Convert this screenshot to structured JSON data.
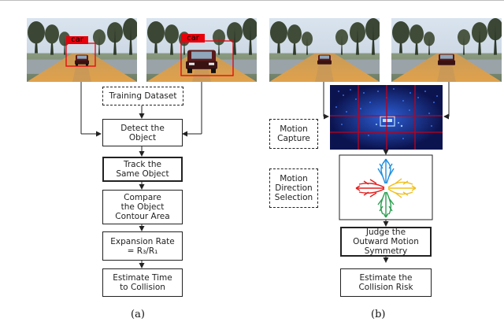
{
  "panel_a": {
    "detection_label_1": "car",
    "detection_label_2": "car",
    "training_dataset": "Training Dataset",
    "detect": "Detect the\nObject",
    "track": "Track the\nSame Object",
    "compare": "Compare\nthe Object\nContour Area",
    "expansion": "Expansion Rate\n= R₃/R₁",
    "estimate_time": "Estimate Time\nto Collision",
    "caption": "(a)"
  },
  "panel_b": {
    "motion_capture": "Motion\nCapture",
    "motion_direction": "Motion\nDirection\nSelection",
    "judge": "Judge the\nOutward Motion\nSymmetry",
    "estimate_risk": "Estimate the\nCollision Risk",
    "caption": "(b)"
  },
  "colors": {
    "bbox": "#e8000b",
    "label_bg": "#e8000b",
    "grid": "#c0001a",
    "motion_bg": "#0c1450",
    "arrow_up": "#1e8fe0",
    "arrow_left": "#e0201f",
    "arrow_right": "#f0c020",
    "arrow_down": "#2aa050"
  }
}
